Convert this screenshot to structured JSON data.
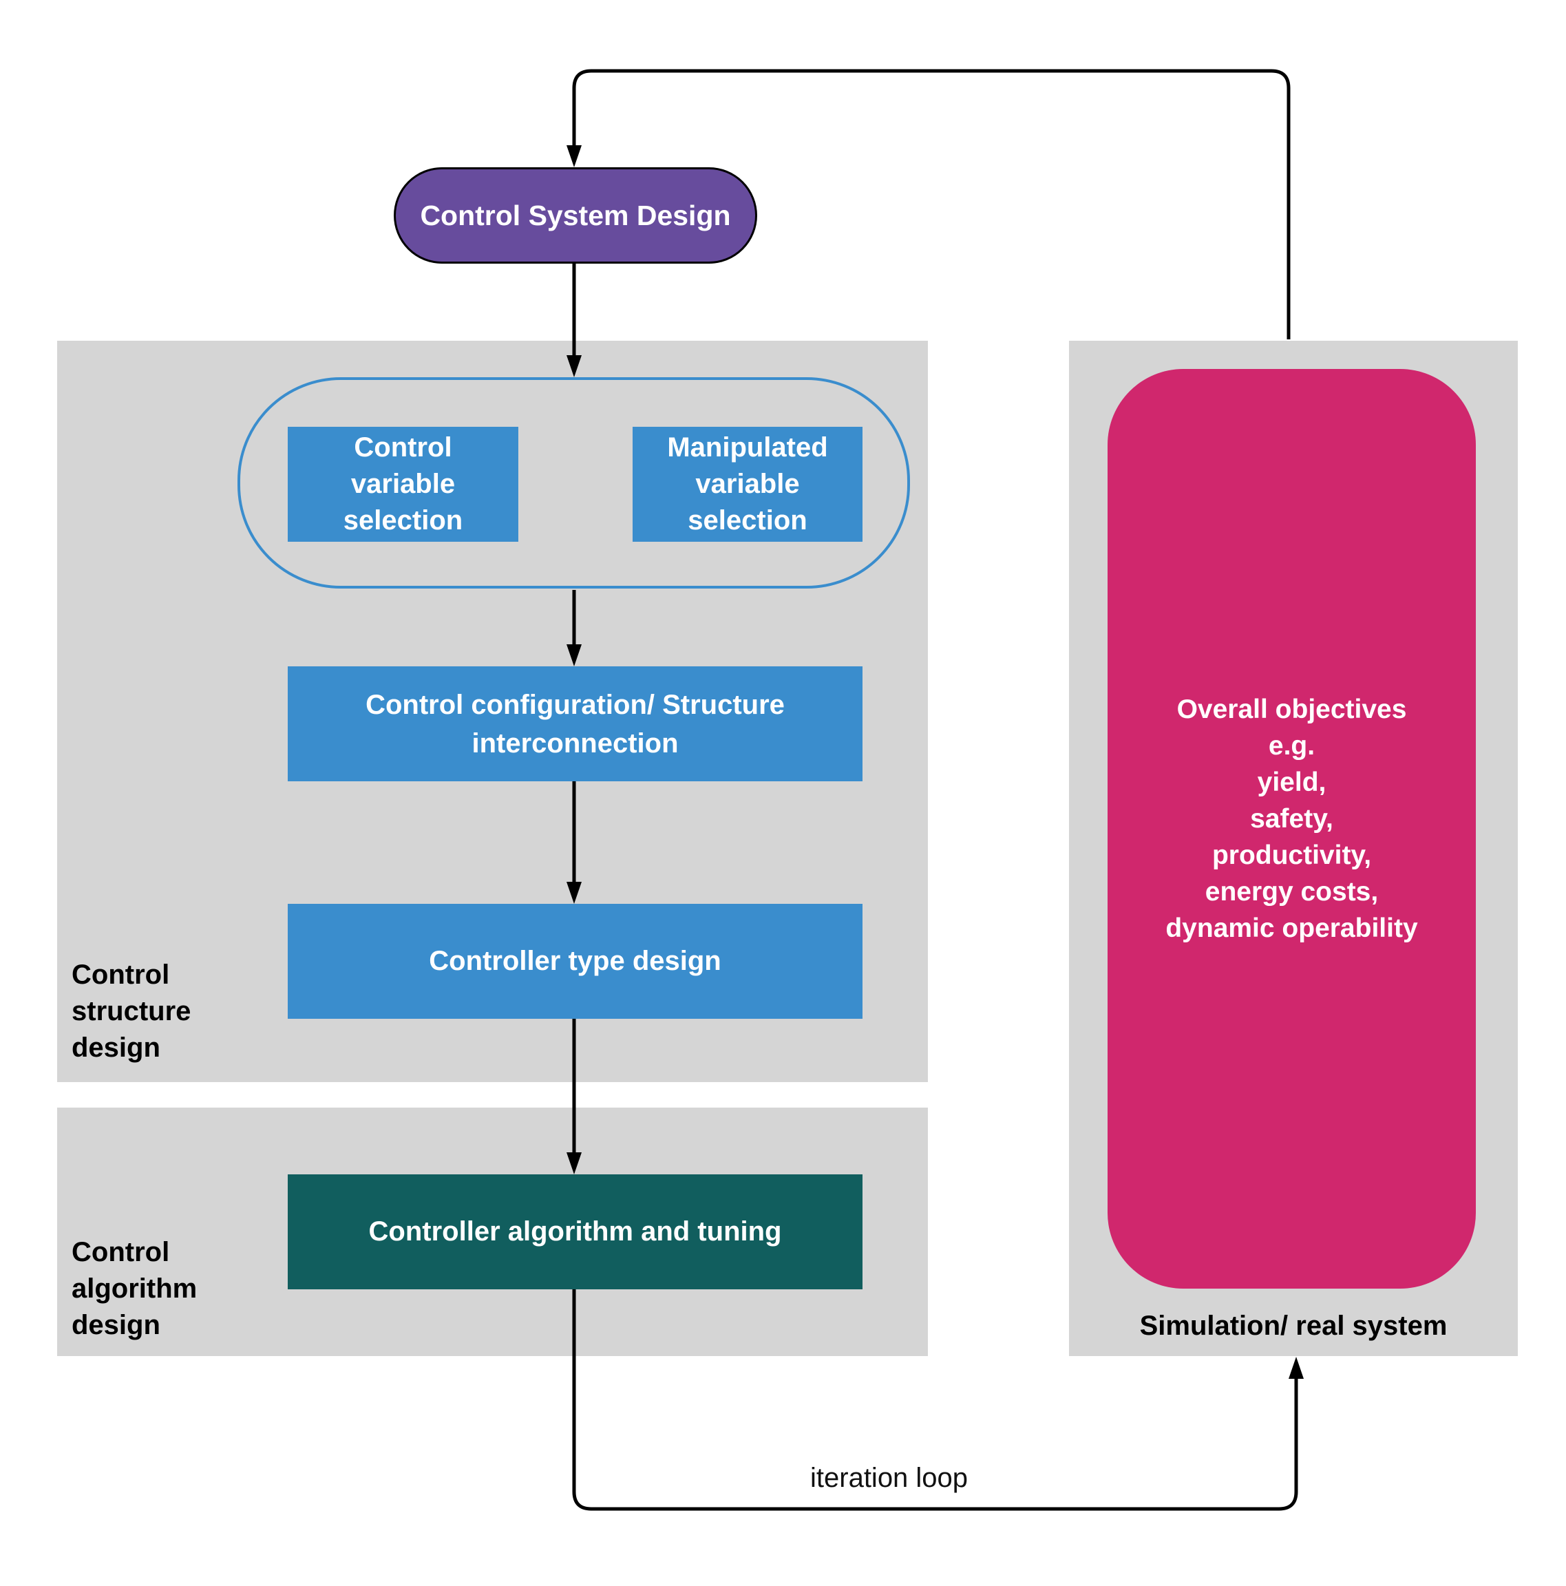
{
  "diagram": {
    "start_node": {
      "label": "Control System Design",
      "color": "#674c9d"
    },
    "groups": [
      {
        "label_lines": [
          "Control",
          "structure",
          "design"
        ],
        "background": "#d5d5d5"
      },
      {
        "label_lines": [
          "Control",
          "algorithm",
          "design"
        ],
        "background": "#d5d5d5"
      },
      {
        "label": "Simulation/ real system",
        "background": "#d5d5d5"
      }
    ],
    "selection_group": {
      "border_color": "#3a8dcd",
      "nodes": [
        {
          "label_lines": [
            "Control",
            "variable",
            "selection"
          ],
          "color": "#3a8dcd"
        },
        {
          "label_lines": [
            "Manipulated",
            "variable",
            "selection"
          ],
          "color": "#3a8dcd"
        }
      ]
    },
    "steps": [
      {
        "label_lines": [
          "Control configuration/ Structure",
          "interconnection"
        ],
        "color": "#3a8dcd"
      },
      {
        "label_lines": [
          "Controller type design"
        ],
        "color": "#3a8dcd"
      },
      {
        "label_lines": [
          "Controller algorithm and tuning"
        ],
        "color": "#115e5e"
      }
    ],
    "objectives": {
      "color": "#d0276d",
      "label_lines": [
        "Overall objectives",
        "e.g.",
        "yield,",
        "safety,",
        "productivity,",
        "energy costs,",
        "dynamic operability"
      ]
    },
    "edges": [
      {
        "from": "Control System Design",
        "to": "selection group"
      },
      {
        "from": "selection group",
        "to": "Control configuration/ Structure interconnection"
      },
      {
        "from": "Control configuration/ Structure interconnection",
        "to": "Controller type design"
      },
      {
        "from": "Controller type design",
        "to": "Controller algorithm and tuning"
      },
      {
        "from": "Controller algorithm and tuning",
        "to": "Simulation/ real system",
        "label": "iteration loop"
      },
      {
        "from": "Simulation/ real system",
        "to": "Control System Design"
      }
    ],
    "iteration_label": "iteration loop"
  }
}
